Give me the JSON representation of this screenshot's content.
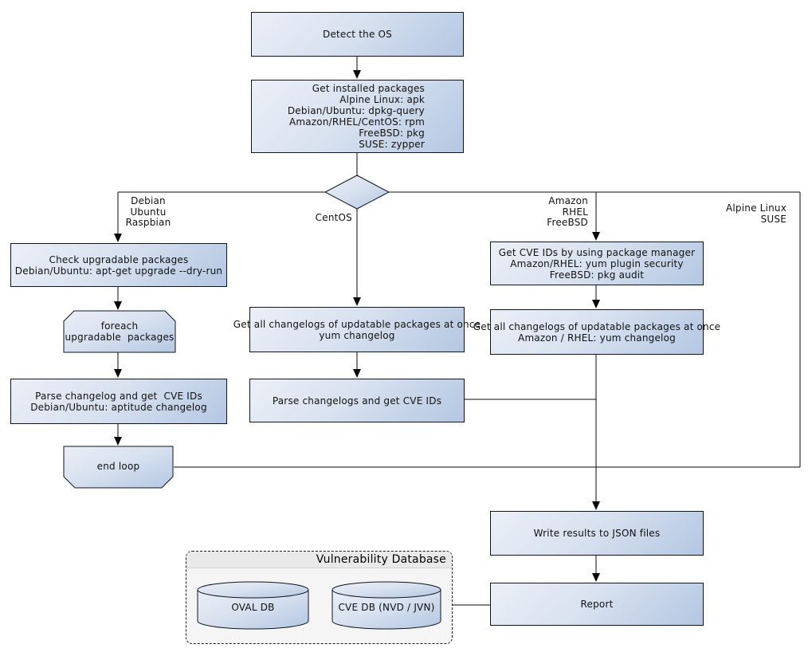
{
  "nodes": {
    "detect_os": "Detect the OS",
    "get_installed_packages": "Get installed packages\nAlpine Linux: apk\nDebian/Ubuntu: dpkg-query\nAmazon/RHEL/CentOS: rpm\nFreeBSD: pkg\nSUSE: zypper",
    "check_upgradable": "Check upgradable packages\nDebian/Ubuntu: apt-get upgrade --dry-run",
    "foreach_loop": "foreach\nupgradable  packages",
    "parse_changelog_deb": "Parse changelog and get  CVE IDs\nDebian/Ubuntu: aptitude changelog",
    "end_loop": "end loop",
    "centos_get_changelogs": "Get all changelogs of updatable packages at once\nyum changelog",
    "centos_parse_changelogs": "Parse changelogs and get CVE IDs",
    "get_cve_ids_pkg_mgr": "Get CVE IDs by using package manager\nAmazon/RHEL: yum plugin security\nFreeBSD: pkg audit",
    "amazon_get_changelogs": "Get all changelogs of updatable packages at once\nAmazon / RHEL: yum changelog",
    "write_results": "Write results to JSON files",
    "report": "Report"
  },
  "edge_labels": {
    "debian_branch": "Debian\nUbuntu\nRaspbian",
    "centos_branch": "CentOS",
    "amazon_branch": "Amazon\nRHEL\nFreeBSD",
    "alpine_branch": "Alpine Linux\nSUSE"
  },
  "database_group": {
    "title": "Vulnerability Database",
    "oval_db": "OVAL DB",
    "cve_db": "CVE DB (NVD / JVN)"
  },
  "colors": {
    "node_fill_light": "#ebeff7",
    "node_fill_dark": "#b4c7e2",
    "node_border": "#10151d",
    "edge": "#0a0a0a",
    "group_header_bg": "#e9e9e9",
    "group_body_bg": "#f5f5f5",
    "text": "#111111"
  }
}
